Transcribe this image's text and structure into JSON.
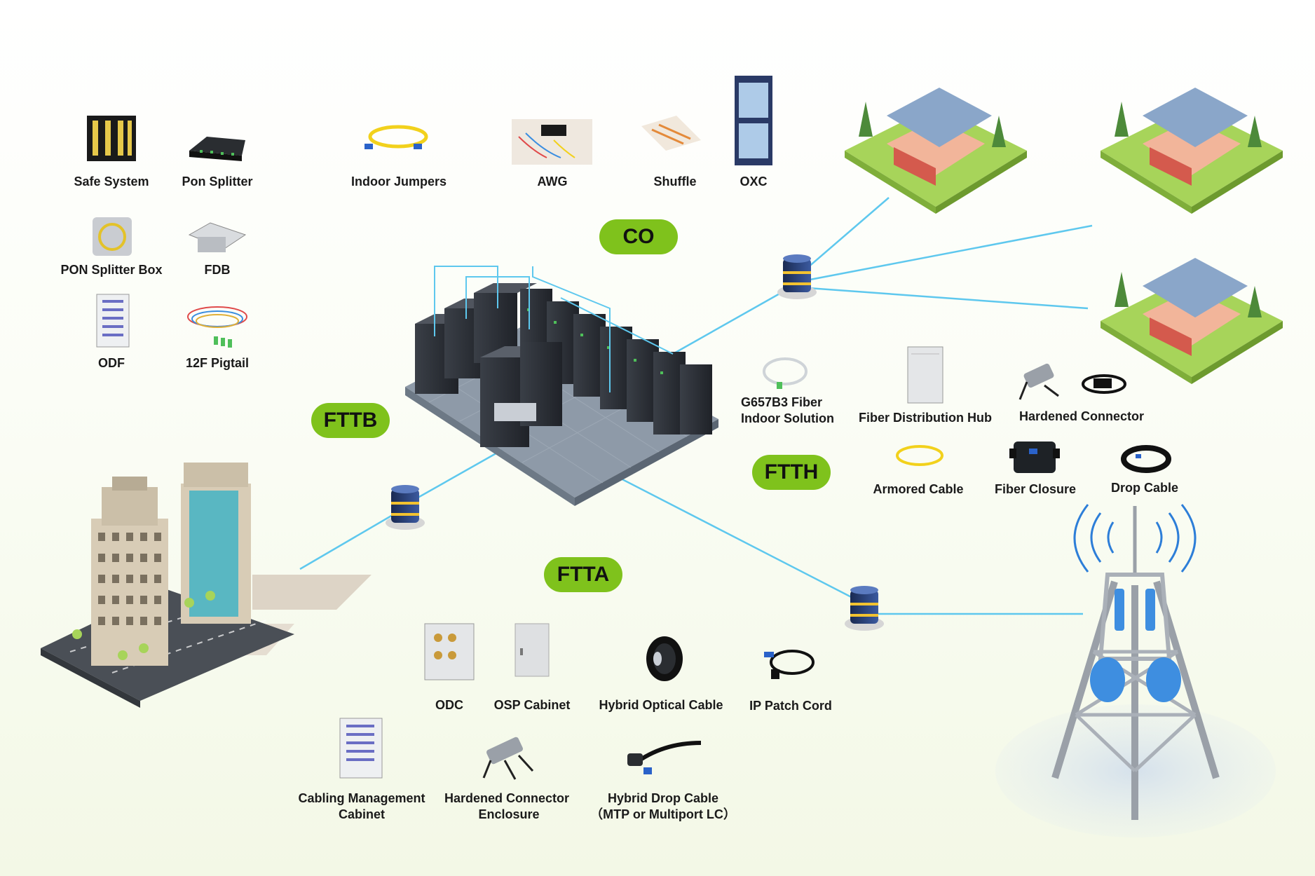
{
  "zones": {
    "co": "CO",
    "fttb": "FTTB",
    "ftth": "FTTH",
    "ftta": "FTTA"
  },
  "co_products": {
    "safe_system": "Safe System",
    "pon_splitter": "Pon Splitter",
    "pon_splitter_box": "PON Splitter Box",
    "fdb": "FDB",
    "odf": "ODF",
    "pigtail": "12F Pigtail",
    "indoor_jumpers": "Indoor Jumpers",
    "awg": "AWG",
    "shuffle": "Shuffle",
    "oxc": "OXC"
  },
  "ftth_products": {
    "g657b3_line1": "G657B3 Fiber",
    "g657b3_line2": "Indoor Solution",
    "fiber_distribution_hub": "Fiber Distribution Hub",
    "hardened_connector": "Hardened Connector",
    "armored_cable": "Armored Cable",
    "fiber_closure": "Fiber Closure",
    "drop_cable": "Drop Cable"
  },
  "ftta_products": {
    "odc": "ODC",
    "osp_cabinet": "OSP Cabinet",
    "hybrid_optical_cable": "Hybrid Optical Cable",
    "ip_patch_cord": "IP Patch Cord",
    "cabling_mgmt_line1": "Cabling Management",
    "cabling_mgmt_line2": "Cabinet",
    "hardened_enclosure_line1": "Hardened Connector",
    "hardened_enclosure_line2": "Enclosure",
    "hybrid_drop_line1": "Hybrid Drop Cable",
    "hybrid_drop_line2": "（MTP or Multiport LC）"
  },
  "colors": {
    "zone_pill": "#7fc21c",
    "link_line": "#5ec8ee",
    "server_rack": "#2b2f36",
    "floor": "#8e9aa8",
    "house_roof": "#8aa6c9",
    "house_wall": "#f2b59a",
    "grass": "#a7d45a",
    "tower": "#9aa0a8",
    "antenna": "#3e8ee0"
  }
}
